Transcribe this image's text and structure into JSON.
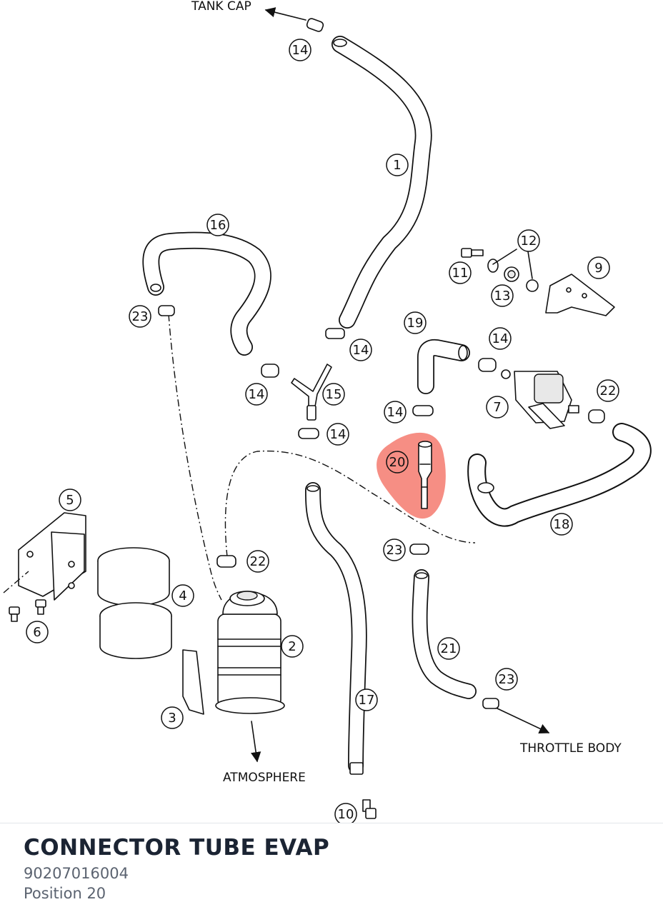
{
  "diagram": {
    "labels": {
      "tank_cap": "TANK CAP",
      "atmosphere": "ATMOSPHERE",
      "throttle_body": "THROTTLE BODY"
    },
    "callouts": [
      {
        "id": "c14a",
        "text": "14"
      },
      {
        "id": "c1",
        "text": "1"
      },
      {
        "id": "c16",
        "text": "16"
      },
      {
        "id": "c12",
        "text": "12"
      },
      {
        "id": "c11",
        "text": "11"
      },
      {
        "id": "c9",
        "text": "9"
      },
      {
        "id": "c13",
        "text": "13"
      },
      {
        "id": "c23a",
        "text": "23"
      },
      {
        "id": "c19",
        "text": "19"
      },
      {
        "id": "c14b",
        "text": "14"
      },
      {
        "id": "c14c",
        "text": "14"
      },
      {
        "id": "c14d",
        "text": "14"
      },
      {
        "id": "c15",
        "text": "15"
      },
      {
        "id": "c22a",
        "text": "22"
      },
      {
        "id": "c7",
        "text": "7"
      },
      {
        "id": "c14e",
        "text": "14"
      },
      {
        "id": "c14f",
        "text": "14"
      },
      {
        "id": "c20",
        "text": "20"
      },
      {
        "id": "c5",
        "text": "5"
      },
      {
        "id": "c18",
        "text": "18"
      },
      {
        "id": "c23b",
        "text": "23"
      },
      {
        "id": "c22b",
        "text": "22"
      },
      {
        "id": "c4",
        "text": "4"
      },
      {
        "id": "c2",
        "text": "2"
      },
      {
        "id": "c6",
        "text": "6"
      },
      {
        "id": "c21",
        "text": "21"
      },
      {
        "id": "c23c",
        "text": "23"
      },
      {
        "id": "c3",
        "text": "3"
      },
      {
        "id": "c17",
        "text": "17"
      },
      {
        "id": "c10",
        "text": "10"
      }
    ],
    "highlight_color": "#f47a6e"
  },
  "part": {
    "name": "CONNECTOR TUBE EVAP",
    "number": "90207016004",
    "position": "Position 20"
  }
}
